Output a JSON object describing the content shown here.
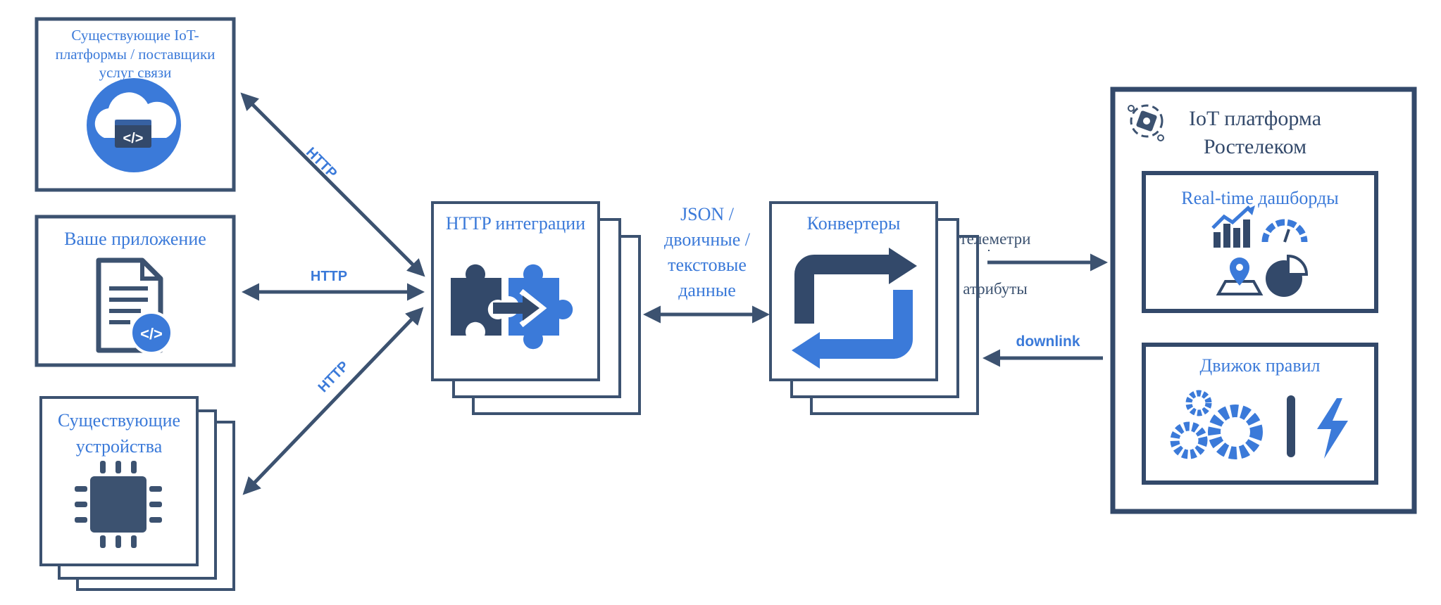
{
  "colors": {
    "navy": "#3c5270",
    "blue": "#3b7ad9",
    "dark": "#33496a",
    "white": "#ffffff"
  },
  "sources": {
    "existing_platforms": {
      "line1": "Существующие IoT-",
      "line2": "платформы / поставщики",
      "line3": "услуг связи",
      "icon": "cloud-code-icon"
    },
    "your_app": {
      "label": "Ваше приложение",
      "icon": "code-document-icon"
    },
    "existing_devices": {
      "line1": "Существующие",
      "line2": "устройства",
      "icon": "chip-icon"
    }
  },
  "links": {
    "http_top": "HTTP",
    "http_mid": "HTTP",
    "http_bottom": "HTTP"
  },
  "integrations": {
    "label": "HTTP интеграции",
    "icon": "puzzle-icon"
  },
  "payload": {
    "line1": "JSON /",
    "line2": "двоичные /",
    "line3": "текстовые",
    "line4": "данные"
  },
  "converters": {
    "label": "Конвертеры",
    "icon": "repeat-arrows-icon"
  },
  "flow": {
    "telemetry": "телеметри",
    "attributes": "атрибуты",
    "downlink": "downlink"
  },
  "platform": {
    "title_line1": "IoT платформа",
    "title_line2": "Ростелеком",
    "icon": "chip-gear-icon",
    "dashboards": {
      "label": "Real-time дашборды",
      "icons": [
        "bar-trend-icon",
        "gauge-icon",
        "map-pin-icon",
        "pie-icon"
      ]
    },
    "rules": {
      "label": "Движок правил",
      "icons": [
        "gears-icon",
        "separator-bar",
        "lightning-icon"
      ]
    }
  }
}
